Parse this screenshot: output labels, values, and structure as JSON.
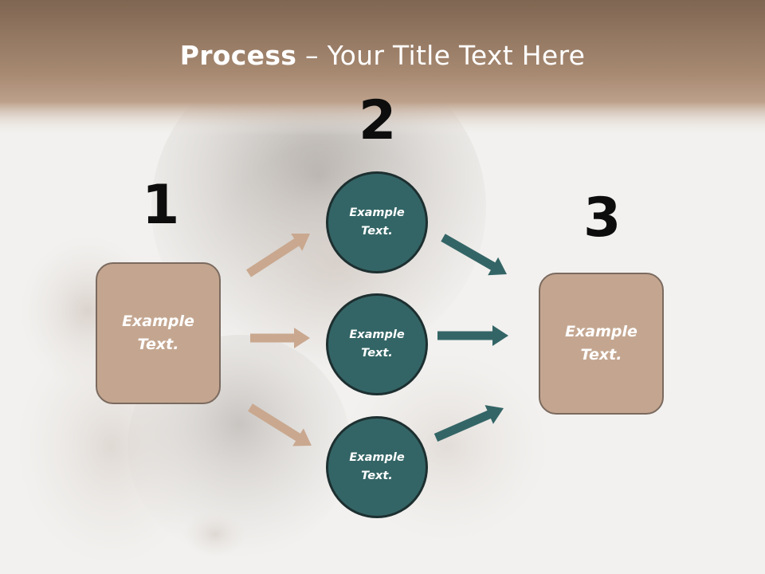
{
  "title": {
    "bold": "Process",
    "rest": " – Your Title Text Here"
  },
  "step_numbers": {
    "one": "1",
    "two": "2",
    "three": "3"
  },
  "boxes": {
    "left": {
      "line1": "Example",
      "line2": "Text."
    },
    "right": {
      "line1": "Example",
      "line2": "Text."
    }
  },
  "circles": [
    {
      "line1": "Example",
      "line2": "Text."
    },
    {
      "line1": "Example",
      "line2": "Text."
    },
    {
      "line1": "Example",
      "line2": "Text."
    }
  ],
  "colors": {
    "header_band": "#8a6f5a",
    "box_fill": "#c4a690",
    "box_border": "#7b6a5f",
    "circle_fill": "#346566",
    "circle_border": "#1d2f30",
    "arrow_tan": "#c9a88f",
    "arrow_teal": "#346566"
  }
}
